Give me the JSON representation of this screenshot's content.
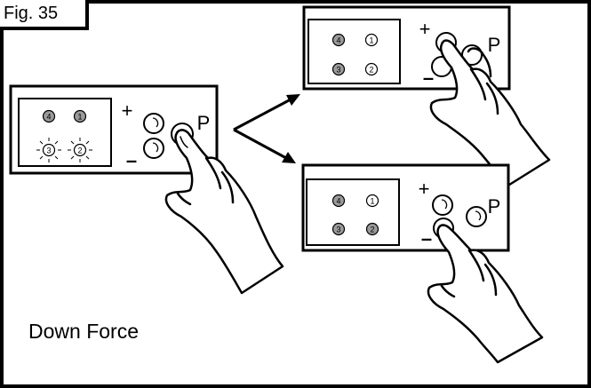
{
  "figure": {
    "label": "Fig. 35",
    "caption": "Down Force"
  },
  "panel_left": {
    "leds": [
      "4",
      "1",
      "3",
      "2"
    ],
    "plus": "+",
    "minus": "–",
    "p_label": "P"
  },
  "panel_top_right": {
    "leds": [
      "4",
      "1",
      "3",
      "2"
    ],
    "plus": "+",
    "minus": "–",
    "p_label": "P"
  },
  "panel_bottom_right": {
    "leds": [
      "4",
      "1",
      "3",
      "2"
    ],
    "plus": "+",
    "minus": "–",
    "p_label": "P"
  },
  "colors": {
    "line": "#000000",
    "led_filled": "#9a9a9a",
    "background": "#ffffff"
  },
  "icons": [
    "hand-pointing-icon",
    "arrow-icon",
    "led-blinking-icon"
  ]
}
